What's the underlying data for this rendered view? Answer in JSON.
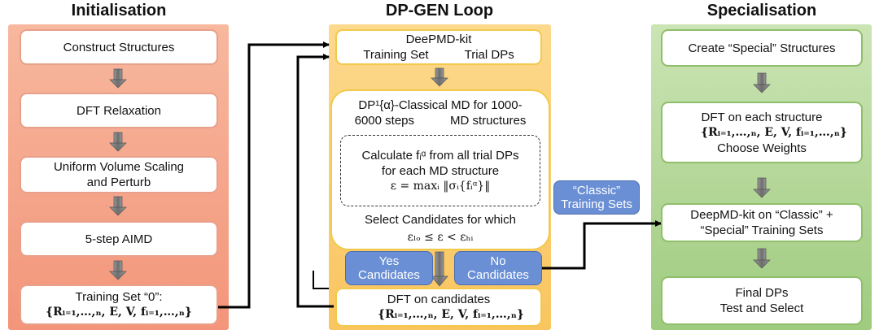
{
  "titles": {
    "initialisation": "Initialisation",
    "loop": "DP-GEN Loop",
    "specialisation": "Specialisation"
  },
  "initialisation": {
    "steps": [
      "Construct Structures",
      "DFT Relaxation",
      "Uniform Volume Scaling",
      "and Perturb",
      "5-step AIMD"
    ],
    "training_set_0": "Training Set “0”:",
    "training_set_0_formula": "{Rᵢ₌₁,…,ₙ, E, V, fᵢ₌₁,…,ₙ}"
  },
  "loop": {
    "deepmd_line1": "DeePMD-kit",
    "deepmd_line2a": "Training Set",
    "deepmd_line2b": "Trial DPs",
    "md_line1": "DP¹{α}-Classical MD for 1000-",
    "md_line2a": "6000 steps",
    "md_line2b": "MD structures",
    "calc_line1": "Calculate fᵢᵅ from all trial DPs",
    "calc_line2": "for each MD structure",
    "calc_line3": "ε = maxᵢ ‖σᵢ{fᵢᵅ}‖",
    "select_line1": "Select Candidates for which",
    "select_line2": "εₗₒ ≤ ε < εₕᵢ",
    "yes_line1": "Yes",
    "yes_line2": "Candidates",
    "no_line1": "No",
    "no_line2": "Candidates",
    "dft_line1": "DFT on candidates",
    "dft_formula": "{Rᵢ₌₁,…,ₙ, E, V, fᵢ₌₁,…,ₙ}"
  },
  "classic": {
    "line1": "“Classic”",
    "line2": "Training Sets"
  },
  "specialisation": {
    "create": "Create “Special” Structures",
    "dft_line1": "DFT on each structure",
    "dft_formula": "{Rᵢ₌₁,…,ₙ, E, V, fᵢ₌₁,…,ₙ}",
    "dft_line3": "Choose Weights",
    "deepmd_line1": "DeepMD-kit on “Classic” +",
    "deepmd_line2": "“Special” Training Sets",
    "final_line1": "Final DPs",
    "final_line2": "Test and Select"
  },
  "colors": {
    "init_panel": "#f6a88a",
    "loop_panel": "#fbd27a",
    "spec_panel": "#b5d89a",
    "tag_fill": "#6a8fd4",
    "arrow": "#000000",
    "down_arrow": "#808080"
  }
}
